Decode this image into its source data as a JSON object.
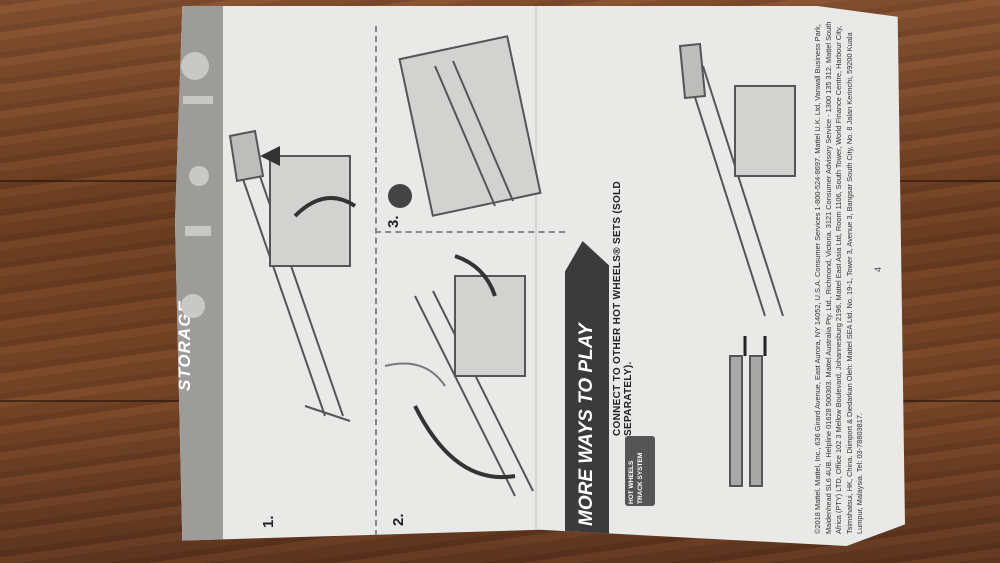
{
  "sections": {
    "storage_title": "STORAGE",
    "more_ways_title": "MORE WAYS TO PLAY",
    "connect_text": "CONNECT TO OTHER HOT WHEELS® SETS (SOLD SEPARATELY).",
    "logo_line1": "HOT WHEELS",
    "logo_line2": "TRACK SYSTEM"
  },
  "steps": [
    "1.",
    "2.",
    "3."
  ],
  "page_number": "4",
  "legal_text": "©2018 Mattel. Mattel, Inc., 636 Girard Avenue, East Aurora, NY 14052, U.S.A. Consumer Services 1-800-524-8697. Mattel U.K. Ltd, Vanwall Business Park, Maidenhead SL6 4UB. Helpline 01628 500303. Mattel Australia Pty. Ltd., Richmond, Victoria. 3121 Consumer Advisory Service - 1300 135 312. Mattel South Africa (PTY) LTD, Office 102 3 Mellow Boulevard, Johannesburg 2196. Mattel East Asia Ltd, Room 1106, South Tower, World Finance Centre, Harbour City, Tsimshatsui, HK, China. Diimport & Diedarkan Oleh: Mattel SEA Ltd. No. 19-1, Tower 3, Avenue 3, Bangsar South City, No. 8 Jalan Kerinchi, 59200 Kuala Lumpur, Malaysia. Tel: 03-78803817.",
  "colors": {
    "paper": "#e9e9e7",
    "strip_gray": "#9c9c9a",
    "strip_dark": "#3b3b3b",
    "wood": "#7a4a2c"
  }
}
